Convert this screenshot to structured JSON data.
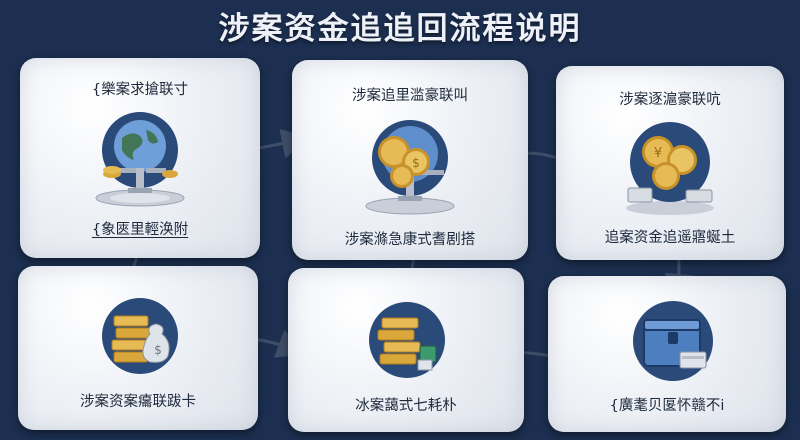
{
  "title": "涉案资金追追回流程说明",
  "steps": [
    {
      "top_label": "{樂案求搶联寸",
      "bottom_label": "{象匧里輕涣附",
      "icon": "globe-coins-icon"
    },
    {
      "top_label": "涉案追里滥豪联叫",
      "bottom_label": "涉案滌急康式耆剧搭",
      "icon": "gold-coins-globe-icon"
    },
    {
      "top_label": "涉案逐滬豪联吭",
      "bottom_label": "追案资金追遥寤蜒土",
      "icon": "coin-stack-icon"
    },
    {
      "top_label": "",
      "bottom_label": "涉案资案癟联跋卡",
      "icon": "gold-bars-bag-icon"
    },
    {
      "top_label": "",
      "bottom_label": "冰案藹式七耗朴",
      "icon": "gold-bars-icon"
    },
    {
      "top_label": "",
      "bottom_label": "{廣耄贝匽怀赣不i",
      "icon": "safe-box-icon"
    }
  ],
  "colors": {
    "background": "#1c2f50",
    "card": "#eef1f6",
    "medallion": "#2a4a7a",
    "gold": "#d9a73a",
    "arrow": "#3e4e68"
  }
}
